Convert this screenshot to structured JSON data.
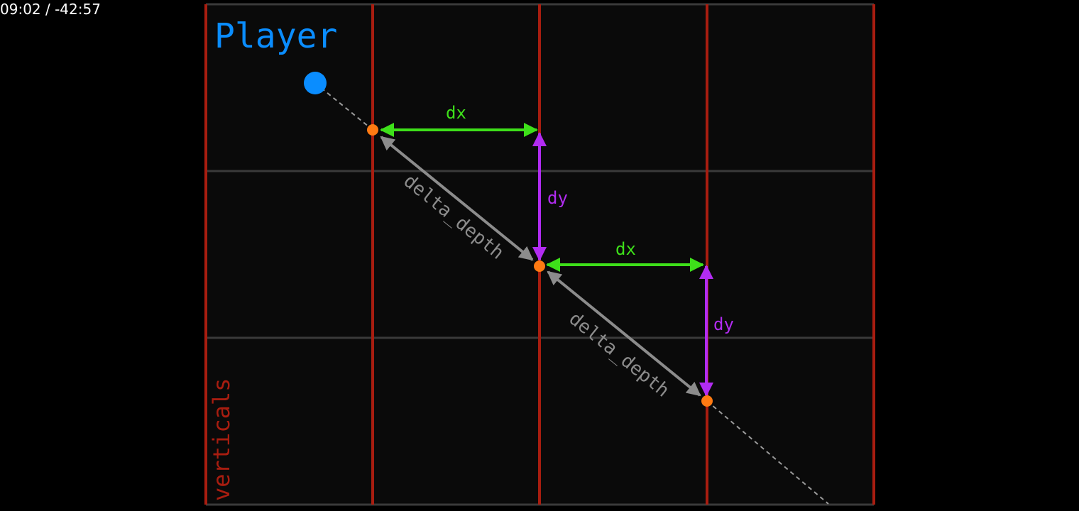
{
  "playback": {
    "time": "09:02 / -42:57"
  },
  "diagram": {
    "player_label": "Player",
    "verticals_label": "verticals",
    "dx_label": "dx",
    "dy_label": "dy",
    "delta_depth_label": "delta_depth",
    "colors": {
      "background": "#000000",
      "panel": "#0a0a0a",
      "vertical_lines": "#a81d10",
      "horizontal_lines": "#3a3a3a",
      "player": "#0a8dff",
      "intersections": "#ff7a12",
      "dx_arrows": "#3ee01a",
      "dy_arrows": "#b22cf2",
      "delta_depth": "#8c8c8c",
      "ray": "#9a9a9a"
    }
  }
}
